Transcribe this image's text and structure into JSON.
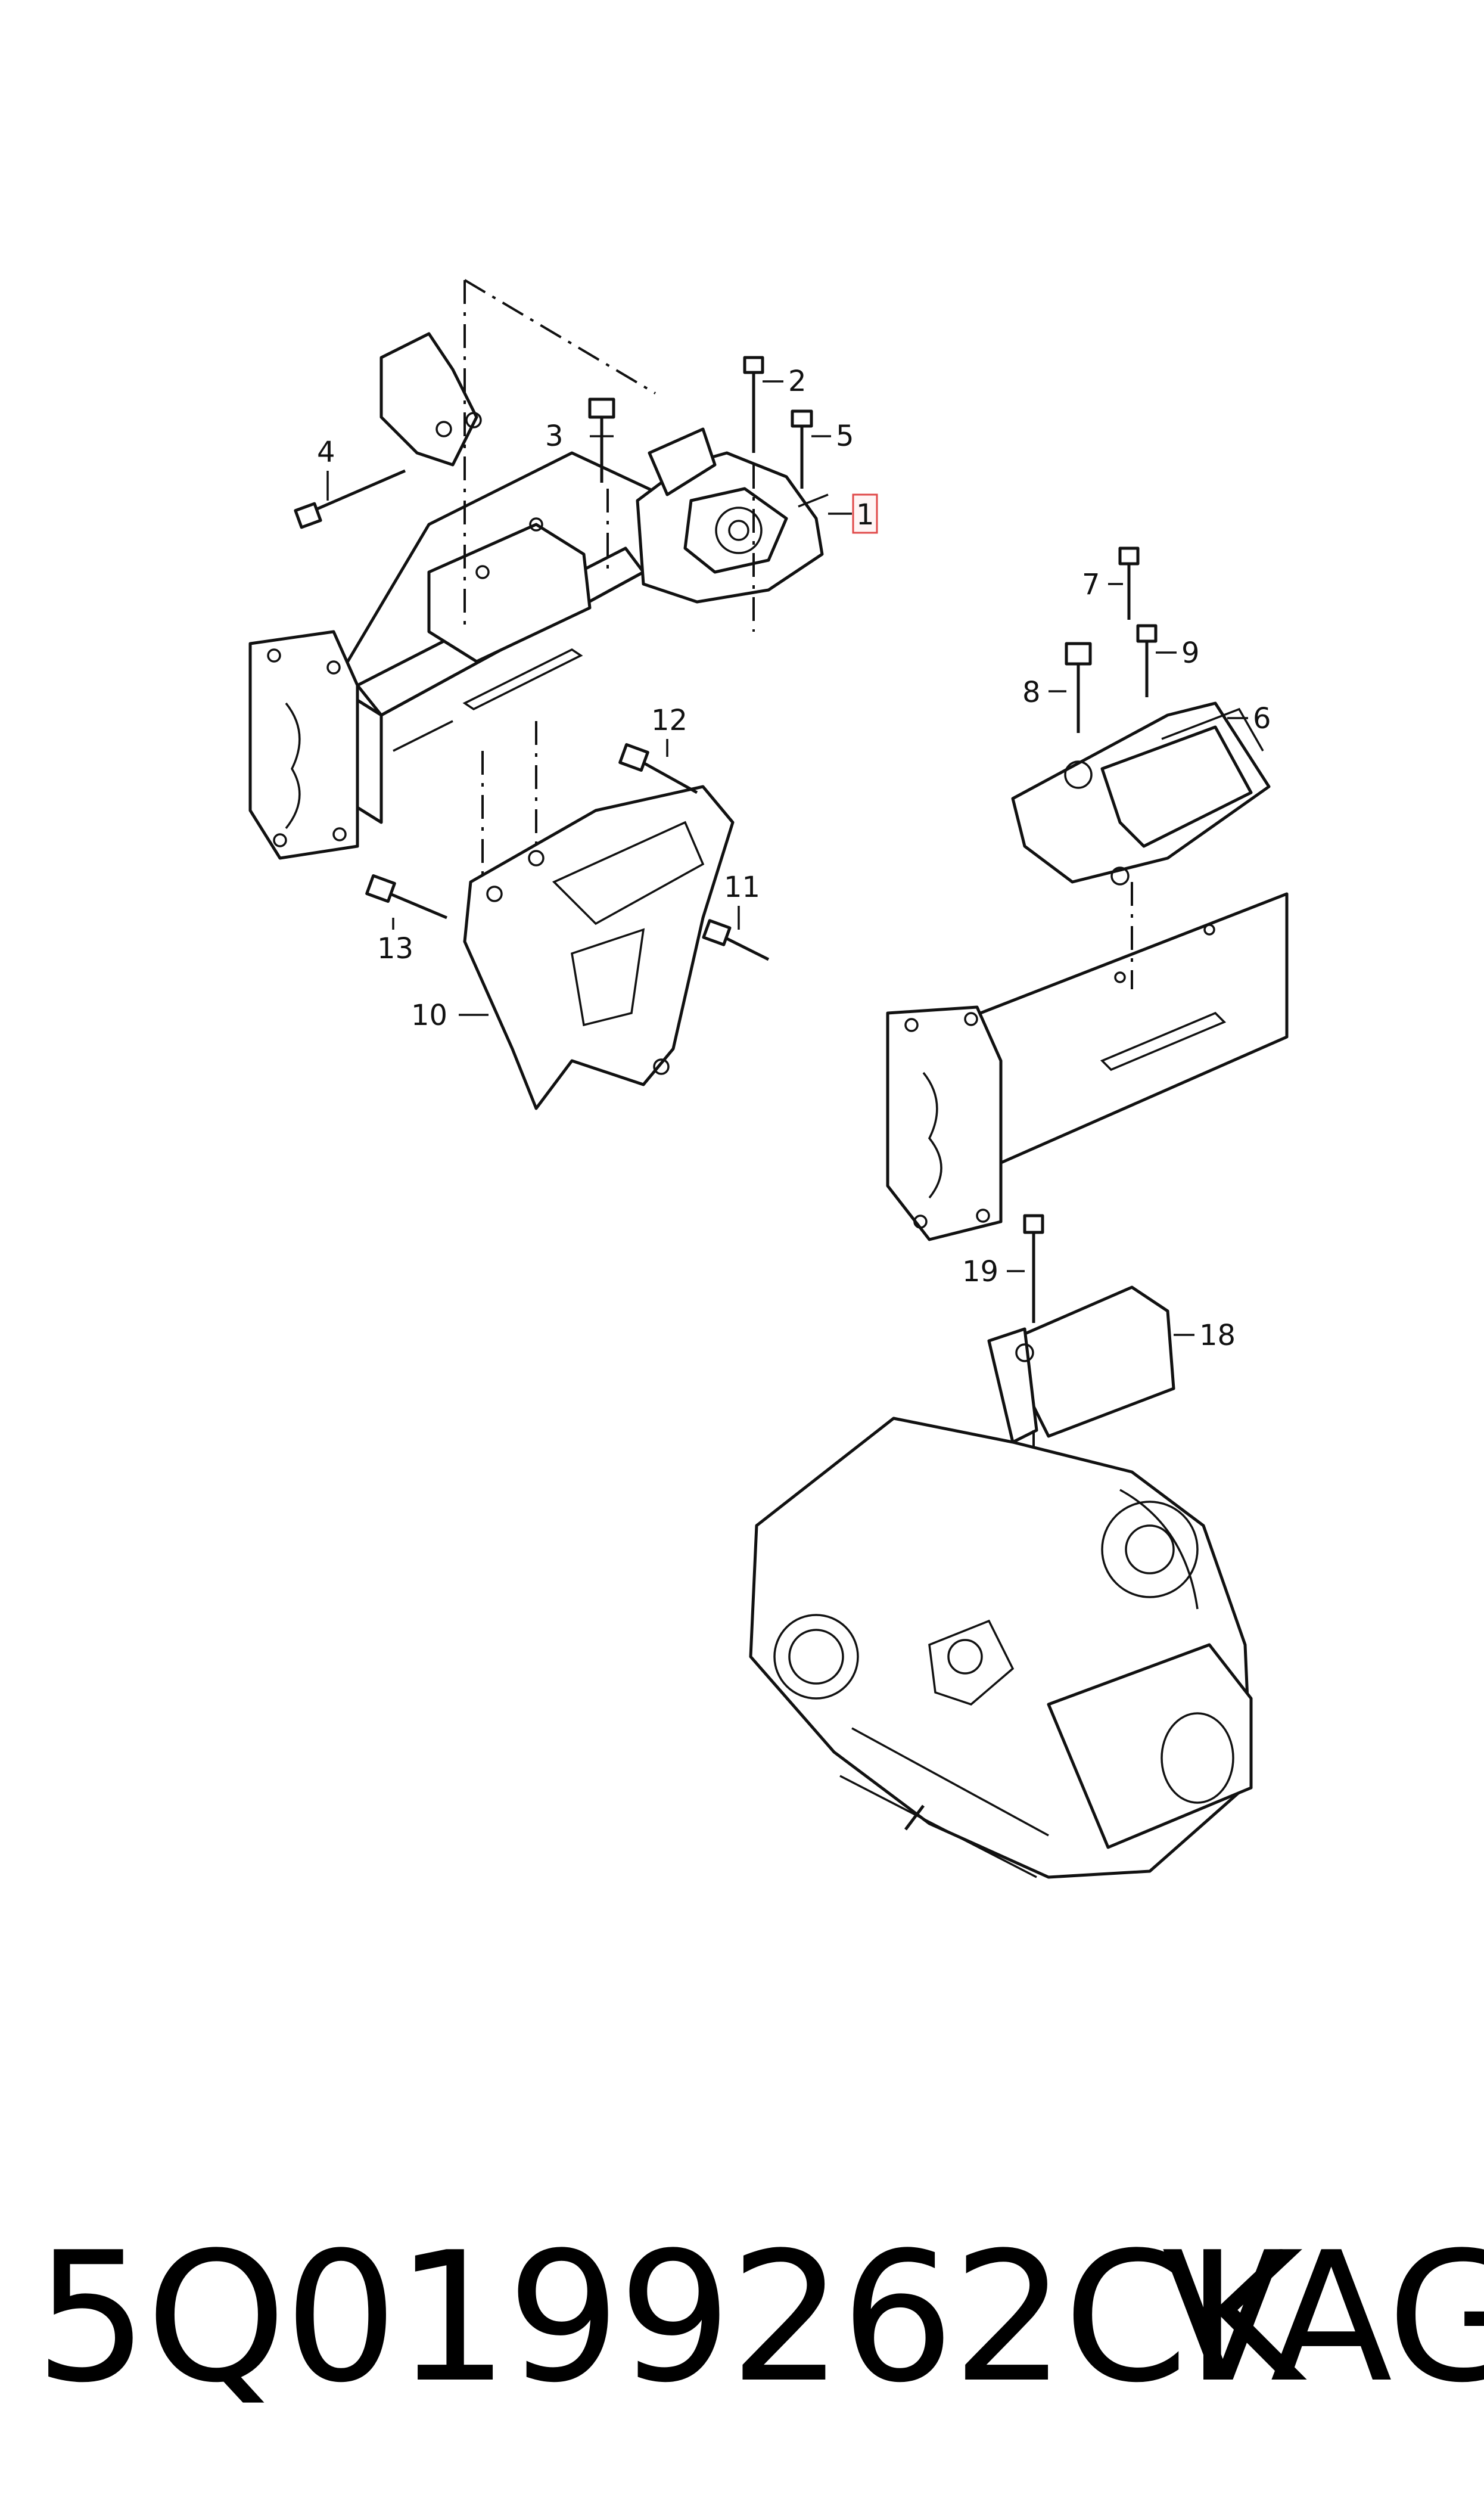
{
  "callouts": [
    {
      "id": "1",
      "text": "1",
      "highlighted": true
    },
    {
      "id": "2",
      "text": "2"
    },
    {
      "id": "3",
      "text": "3"
    },
    {
      "id": "4",
      "text": "4"
    },
    {
      "id": "5",
      "text": "5"
    },
    {
      "id": "6",
      "text": "6"
    },
    {
      "id": "7",
      "text": "7"
    },
    {
      "id": "8",
      "text": "8"
    },
    {
      "id": "9",
      "text": "9"
    },
    {
      "id": "10",
      "text": "10"
    },
    {
      "id": "11",
      "text": "11"
    },
    {
      "id": "12",
      "text": "12"
    },
    {
      "id": "13",
      "text": "13"
    },
    {
      "id": "18",
      "text": "18"
    },
    {
      "id": "19",
      "text": "19"
    }
  ],
  "footer": {
    "part_number": "5Q0199262CK",
    "brand": "VAG"
  },
  "colors": {
    "line": "#111111",
    "background": "#ffffff",
    "highlight_border": "#e04a4a"
  }
}
